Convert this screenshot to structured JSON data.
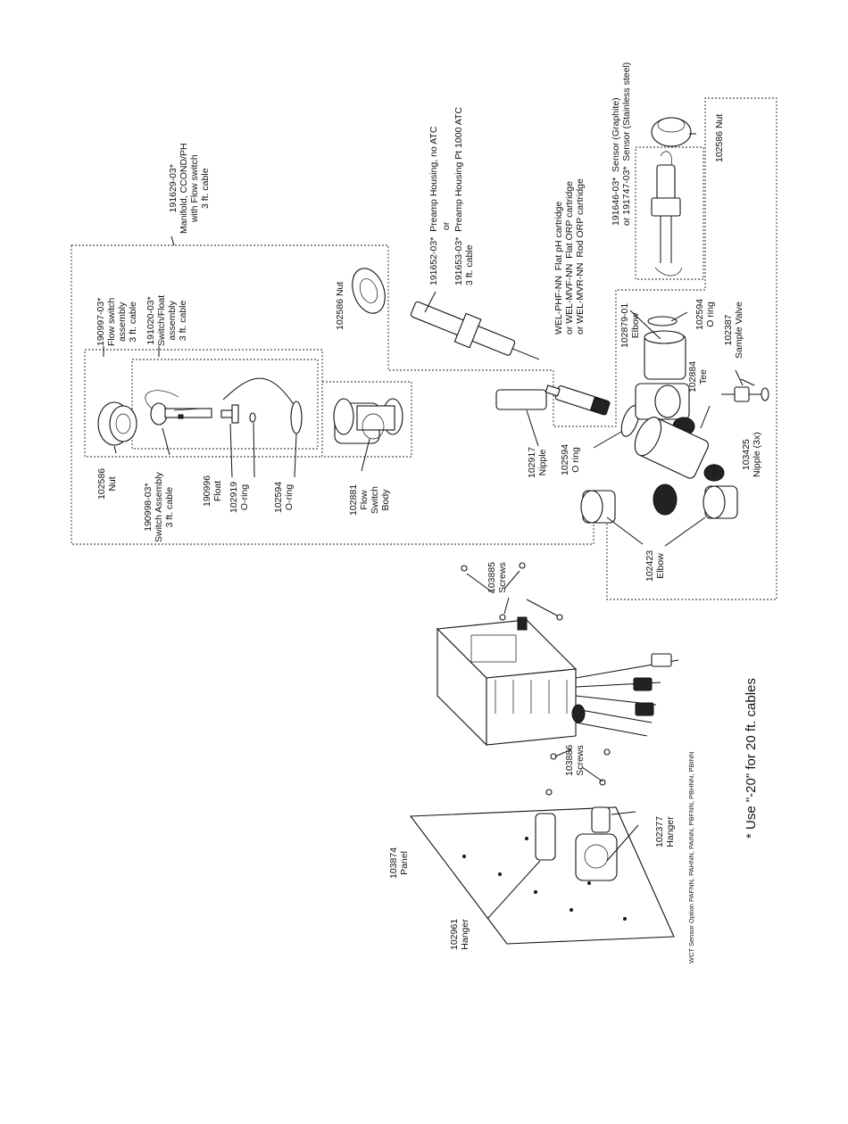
{
  "labels": {
    "manifold": "191629-03*\nManifold, CCOND/PH\nwith Flow switch\n3 ft. cable",
    "flow_switch_asm": "190997-03*\nFlow switch\nassembly\n3 ft. cable",
    "switch_float_asm": "191020-03*\nSwitch/Float\nassembly\n3 ft. cable",
    "nut_flow": "102586\nNut",
    "switch_assembly": "190998-03*\nSwitch Assembly\n3 ft. cable",
    "float": "190996\nFloat",
    "oring_small": "102919\nO-ring",
    "oring_switch": "102594\nO-ring",
    "flow_switch_body": "102881\nFlow\nSwitch\nBody",
    "nut_preamp": "102586 Nut",
    "preamp_no_atc": "191652-03*  Preamp Housing, no ATC",
    "preamp_or": "or",
    "preamp_atc": "191653-03*  Preamp Housing Pt 1000 ATC\n3 ft. cable",
    "cartridges": "WEL-PHF-NN  Flat pH cartridge\nor WEL-MVF-NN  Flat ORP cartridge\nor WEL-MVR-NN  Rod ORP cartridge",
    "sensor": "191646-03*  Sensor (Graphite)\nor 191747-03*  Sensor (Stainless steel)",
    "nut_sensor": "102586 Nut",
    "elbow_top": "102879-01\nElbow",
    "oring_tee": "102594\nO ring",
    "tee": "102884\nTee",
    "sample_valve": "102387\nSample Valve",
    "nipple": "102917\nNipple",
    "oring_nipple": "102594\nO ring",
    "nipple_3x": "103425\nNipple (3x)",
    "elbow_bottom": "102423\nElbow",
    "screws_top": "103885\nScrews",
    "screws_bottom": "103886\nScrews",
    "panel": "103874\nPanel",
    "hanger_left": "102961\nHanger",
    "hanger_right": "102377\nHanger",
    "sensor_option": "WCT Sensor Option PAFNN, PAHNN, PAINN, PBFNN, PBHNN, PBINN",
    "footnote": "* Use \"-20\" for 20 ft. cables"
  }
}
